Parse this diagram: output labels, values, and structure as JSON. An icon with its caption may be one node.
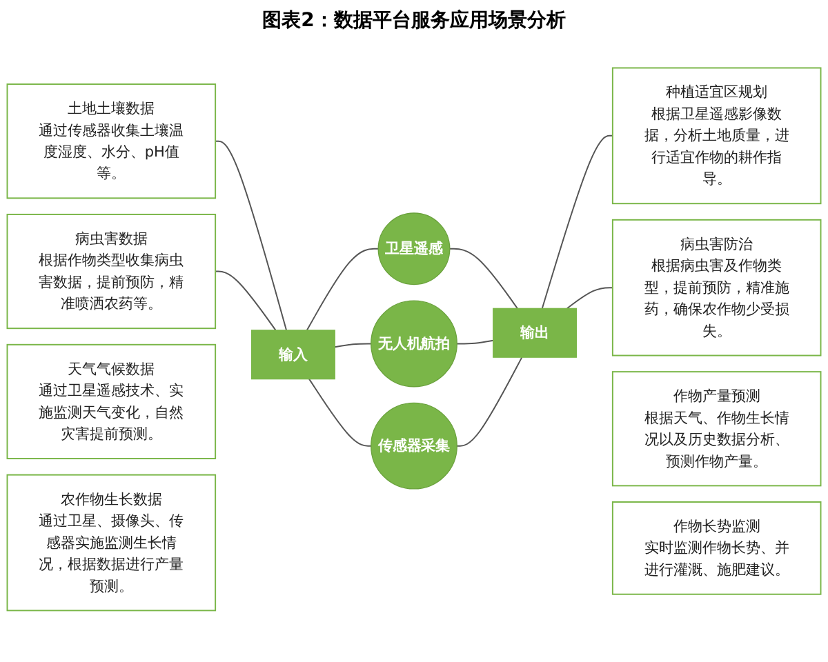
{
  "diagram": {
    "title": "图表2：数据平台服务应用场景分析",
    "nodes": [
      {
        "text": [
          "土地土壤数据",
          "通过传感器收集土壤温度湿度、水分、pH值等。"
        ]
      },
      {
        "text": [
          "天气气候数据",
          "通过卫星遥感技术、实施监测天气变化，自然灾害提前预测。"
        ]
      },
      {
        "text": [
          "农作物生长数据",
          "通过卫星、摄像头、传感器实施监测生长情况，根据数据进行产量预测。"
        ]
      },
      {
        "text": [
          "病虫害数据",
          "根据作物类型收集病虫害数据，提前预防，精准喷洒农药等。"
        ]
      },
      {
        "text": [
          "输入"
        ]
      },
      {
        "text": [
          "卫星遥感"
        ]
      },
      {
        "text": [
          "无人机航拍"
        ]
      },
      {
        "text": [
          "传感器采集"
        ]
      },
      {
        "text": [
          "输出"
        ]
      },
      {
        "text": [
          "种植适宜区规划",
          "根据卫星遥感影像数据，分析土地质量，进行适宜作物的耕作指导。"
        ]
      },
      {
        "text": [
          "作物产量预测",
          "根据天气、作物生长情况以及历史数据分析、预测作物产量。"
        ]
      },
      {
        "text": [
          "作物长势监测",
          "实时监测作物长势、并进行灌溉、施肥建议。"
        ]
      },
      {
        "text": [
          "病虫害防治",
          "根据病虫害及作物类型，提前预防，精准施药，确保农作物少受损失。"
        ]
      }
    ],
    "edges": [
      {
        "from": 0,
        "to": 4,
        "arrow": "none"
      },
      {
        "from": 3,
        "to": 4,
        "arrow": "none"
      },
      {
        "from": 4,
        "to": 5,
        "arrow": "none"
      },
      {
        "from": 4,
        "to": 6,
        "arrow": "none"
      },
      {
        "from": 4,
        "to": 7,
        "arrow": "none"
      },
      {
        "from": 5,
        "to": 8,
        "arrow": "none"
      },
      {
        "from": 6,
        "to": 8,
        "arrow": "none"
      },
      {
        "from": 7,
        "to": 8,
        "arrow": "none"
      },
      {
        "from": 8,
        "to": 9,
        "arrow": "none"
      },
      {
        "from": 8,
        "to": 12,
        "arrow": "none"
      }
    ]
  }
}
